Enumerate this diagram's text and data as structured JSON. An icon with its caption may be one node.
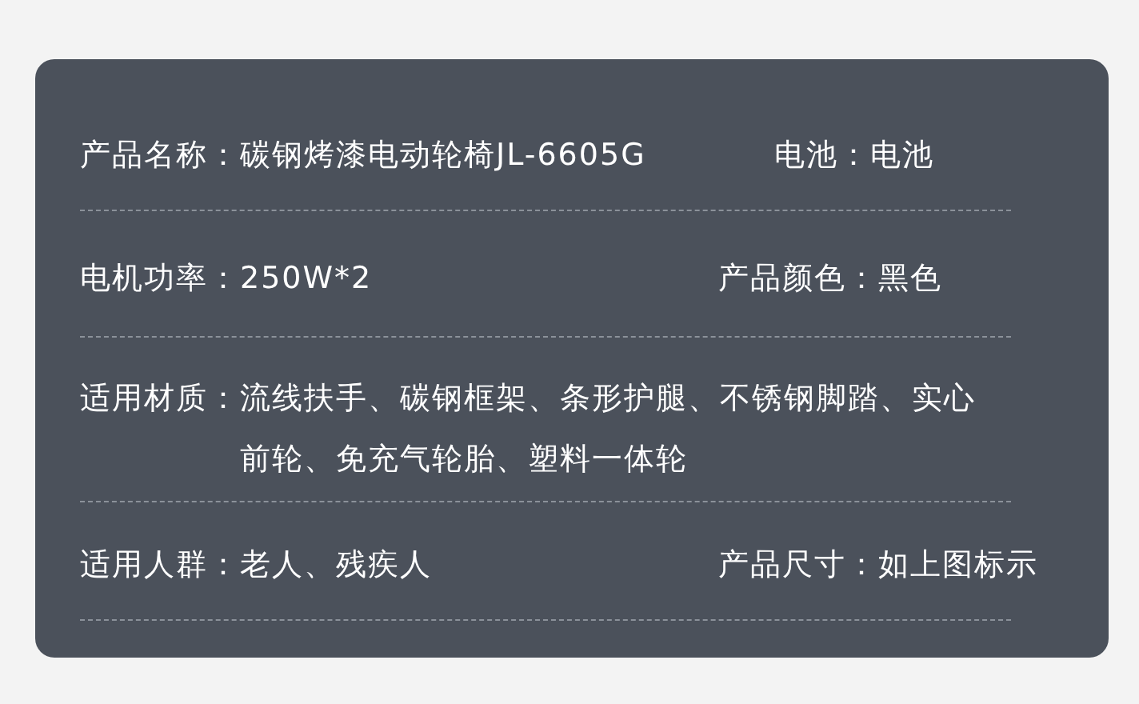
{
  "diagram": {
    "labels": [
      "产品名称：",
      "碳钢烤漆电动轮椅JL-6605G",
      "电池：",
      "电池",
      "电机功率：",
      "250W*2",
      "产品颜色：",
      "黑色",
      "适用材质：",
      "流线扶手、碳钢框架、条形护腿、不锈钢脚踏、实心前轮、免充气轮胎、塑料一体轮",
      "适用人群：",
      "老人、残疾人",
      "产品尺寸：",
      "如上图标示"
    ]
  }
}
